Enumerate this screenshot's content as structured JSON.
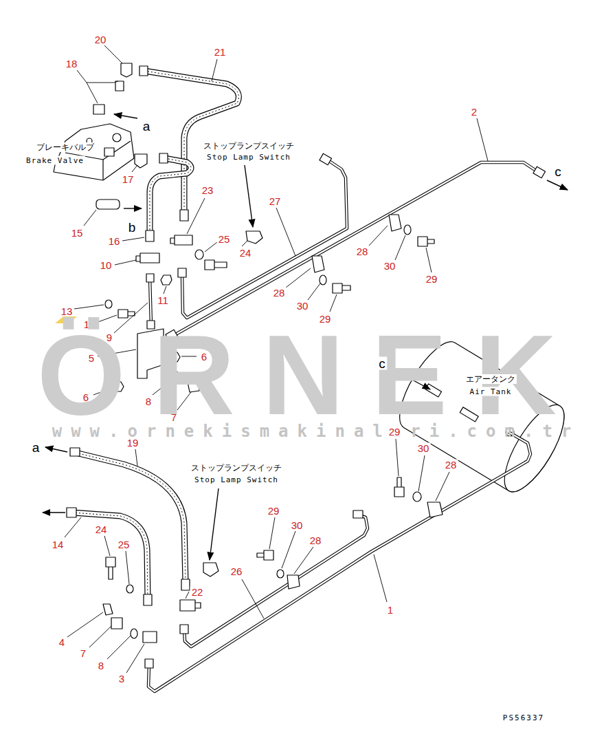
{
  "diagram": {
    "labels": [
      "20",
      "21",
      "18",
      "a",
      "ブレーキバルブ",
      "Brake Valve",
      "17",
      "2",
      "c",
      "ストップランプスイッチ",
      "Stop Lamp Switch",
      "27",
      "23",
      "25",
      "24",
      "15",
      "b",
      "16",
      "28",
      "30",
      "29",
      "10",
      "11",
      "28",
      "30",
      "29",
      "13",
      "12",
      "9",
      "5",
      "6",
      "6",
      "8",
      "7",
      "ÖRNEK",
      "www.ornekismakinalari.com.tr",
      "c",
      "エアータンク",
      "Air Tank",
      "29",
      "30",
      "28",
      "a",
      "19",
      "ストップランプスイッチ",
      "Stop Lamp Switch",
      "14",
      "24",
      "25",
      "29",
      "30",
      "28",
      "26",
      "1",
      "22",
      "4",
      "7",
      "8",
      "3",
      "PS56337"
    ]
  }
}
